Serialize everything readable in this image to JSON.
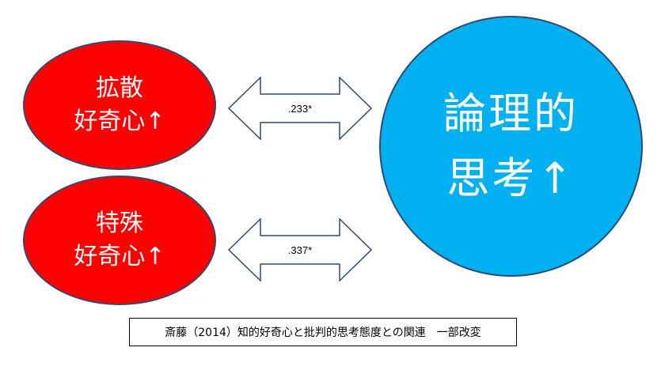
{
  "nodes": {
    "diverse_curiosity": {
      "line1": "拡散",
      "line2": "好奇心↑"
    },
    "specific_curiosity": {
      "line1": "特殊",
      "line2": "好奇心↑"
    },
    "logical_thinking": {
      "line1": "論理的",
      "line2": "思考↑"
    }
  },
  "edges": {
    "diverse_to_logical": {
      "label": ".233*"
    },
    "specific_to_logical": {
      "label": ".337*"
    }
  },
  "source_note": "斎藤（2014）知的好奇心と批判的思考態度との関連　一部改変",
  "colors": {
    "curiosity_fill": "#ff0000",
    "thinking_fill": "#00b0f0",
    "node_border": "#2f4b73",
    "arrow_border": "#2f4b73",
    "text_on_node": "#ffffff"
  }
}
